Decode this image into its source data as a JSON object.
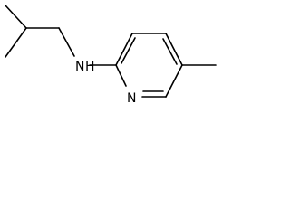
{
  "molecule": {
    "atoms": {
      "nh": "N",
      "h": "H",
      "ring_n": "N"
    }
  }
}
